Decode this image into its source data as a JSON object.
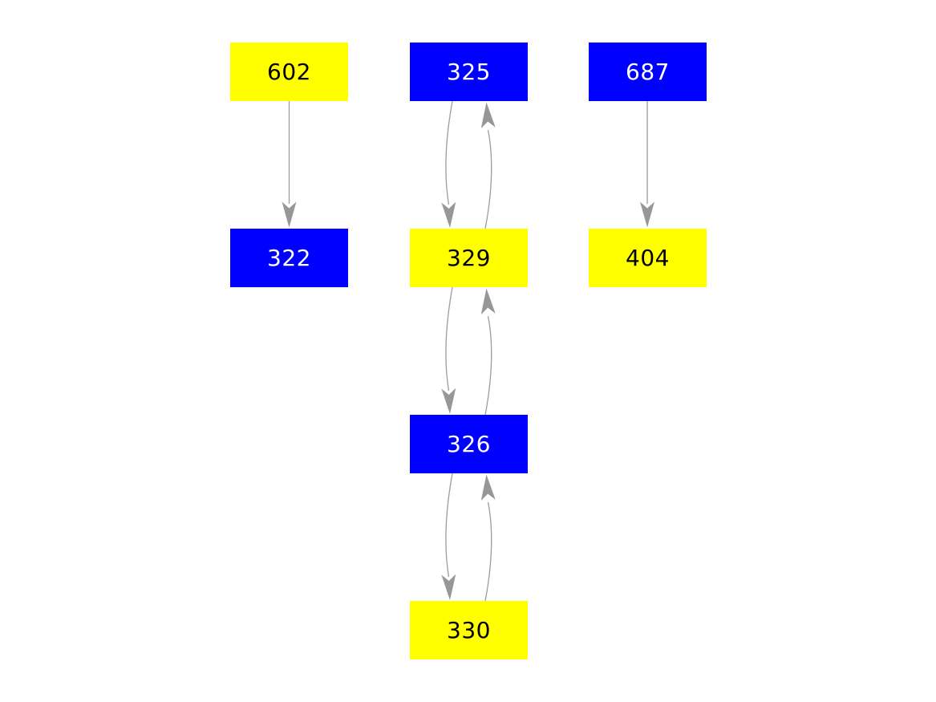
{
  "diagram": {
    "type": "directed-graph",
    "colors": {
      "background": "#ffffff",
      "node_blue": "#0000ff",
      "node_yellow": "#ffff00",
      "label_on_blue": "#ffffff",
      "label_on_yellow": "#000000",
      "edge_gray": "#9c9c9c"
    },
    "nodes": [
      {
        "id": "602",
        "label": "602",
        "color": "yellow",
        "column": 1,
        "row": 1
      },
      {
        "id": "325",
        "label": "325",
        "color": "blue",
        "column": 2,
        "row": 1
      },
      {
        "id": "687",
        "label": "687",
        "color": "blue",
        "column": 3,
        "row": 1
      },
      {
        "id": "322",
        "label": "322",
        "color": "blue",
        "column": 1,
        "row": 2
      },
      {
        "id": "329",
        "label": "329",
        "color": "yellow",
        "column": 2,
        "row": 2
      },
      {
        "id": "404",
        "label": "404",
        "color": "yellow",
        "column": 3,
        "row": 2
      },
      {
        "id": "326",
        "label": "326",
        "color": "blue",
        "column": 2,
        "row": 3
      },
      {
        "id": "330",
        "label": "330",
        "color": "yellow",
        "column": 2,
        "row": 4
      }
    ],
    "edges": [
      {
        "from": "602",
        "to": "322",
        "shape": "straight"
      },
      {
        "from": "687",
        "to": "404",
        "shape": "straight"
      },
      {
        "from": "325",
        "to": "329",
        "shape": "curved"
      },
      {
        "from": "329",
        "to": "325",
        "shape": "curved"
      },
      {
        "from": "329",
        "to": "326",
        "shape": "curved"
      },
      {
        "from": "326",
        "to": "329",
        "shape": "curved"
      },
      {
        "from": "326",
        "to": "330",
        "shape": "curved"
      },
      {
        "from": "330",
        "to": "326",
        "shape": "curved"
      }
    ]
  }
}
